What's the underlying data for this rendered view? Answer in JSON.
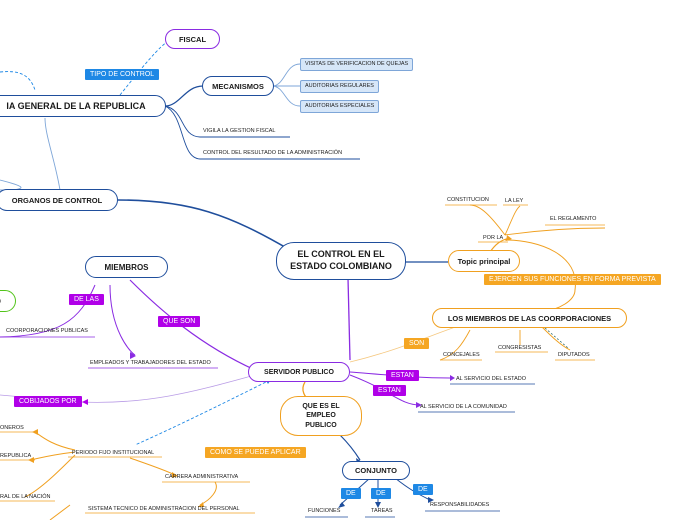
{
  "nodes": {
    "central": "EL CONTROL EN EL ESTADO COLOMBIANO",
    "fiscal": "FISCAL",
    "contraloria": "IA GENERAL DE LA REPUBLICA",
    "organos": "ORGANOS DE CONTROL",
    "mecanismos": "MECANISMOS",
    "miembros": "MIEMBROS",
    "servidor": "SERVIDOR PUBLICO",
    "que_es": "QUE ES EL EMPLEO PUBLICO",
    "conjunto": "CONJUNTO",
    "topic": "Topic principal",
    "los_miembros": "LOS MIEMBROS DE LAS COORPORACIONES",
    "left_green": "D"
  },
  "tags": {
    "tipo_control": "TIPO DE CONTROL",
    "de_las": "DE LAS",
    "que_son": "QUE SON",
    "cobijados": "COBIJADOS POR",
    "como_aplicar": "COMO SE PUEDE APLICAR",
    "estan1": "ESTAN",
    "estan2": "ESTAN",
    "son": "SON",
    "ejercen": "EJERCEN SUS FUNCIONES EN FORMA PREVISTA",
    "de1": "DE",
    "de2": "DE",
    "de3": "DE"
  },
  "boxes": {
    "visitas": "VISITAS DE VERIFICACION DE QUEJAS",
    "auditorias_reg": "AUDITORIAS REGULARES",
    "auditorias_esp": "AUDITORIAS ESPECIALES"
  },
  "labels": {
    "vigila": "VIGILA LA GESTION FISCAL",
    "control_resultado": "CONTROL DEL RESULTADO DE LA ADMINISTRACIÓN",
    "coorporaciones": "COORPORACIONES PUBLICAS",
    "empleados": "EMPLEADOS Y TRABAJADORES DEL ESTADO",
    "constitucion": "CONSTITUCION",
    "la_ley": "LA LEY",
    "el_reglamento": "EL REGLAMENTO",
    "por_la": "POR LA",
    "concejales": "CONCEJALES",
    "congresistas": "CONGRESISTAS",
    "diputados": "DIPUTADOS",
    "al_servicio_estado": "AL SERVICIO DEL ESTADO",
    "al_servicio_comunidad": "AL SERVICIO DE LA COMUNIDAD",
    "periodo": "PERIODO FIJO INSTITUCIONAL",
    "carrera": "CARRERA ADMINISTRATIVA",
    "sistema": "SISTEMA TECNICO DE ADMINISTRACION DEL PERSONAL",
    "funciones": "FUNCIONES",
    "tareas": "TAREAS",
    "responsabilidades": "RESPONSABILIDADES",
    "left_oneros": "ONEROS",
    "left_republica": "REPUBLICA",
    "left_nacion": "RAL DE LA NACIÓN"
  },
  "colors": {
    "blue": "#1f4e9c",
    "purple": "#8a2be2",
    "orange": "#f0a020",
    "green": "#52c41a",
    "light_blue": "#7ea6d8"
  }
}
